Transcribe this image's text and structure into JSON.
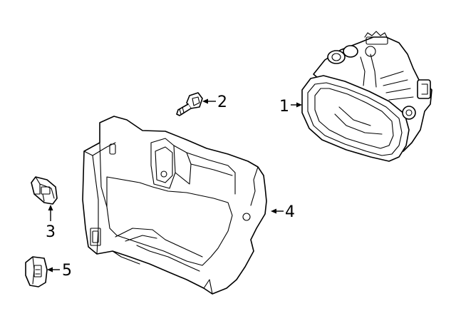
{
  "diagram": {
    "callouts": [
      {
        "id": "1",
        "label": "1",
        "part": "fog-lamp"
      },
      {
        "id": "2",
        "label": "2",
        "part": "screw"
      },
      {
        "id": "3",
        "label": "3",
        "part": "clip"
      },
      {
        "id": "4",
        "label": "4",
        "part": "bracket"
      },
      {
        "id": "5",
        "label": "5",
        "part": "retainer"
      }
    ]
  }
}
